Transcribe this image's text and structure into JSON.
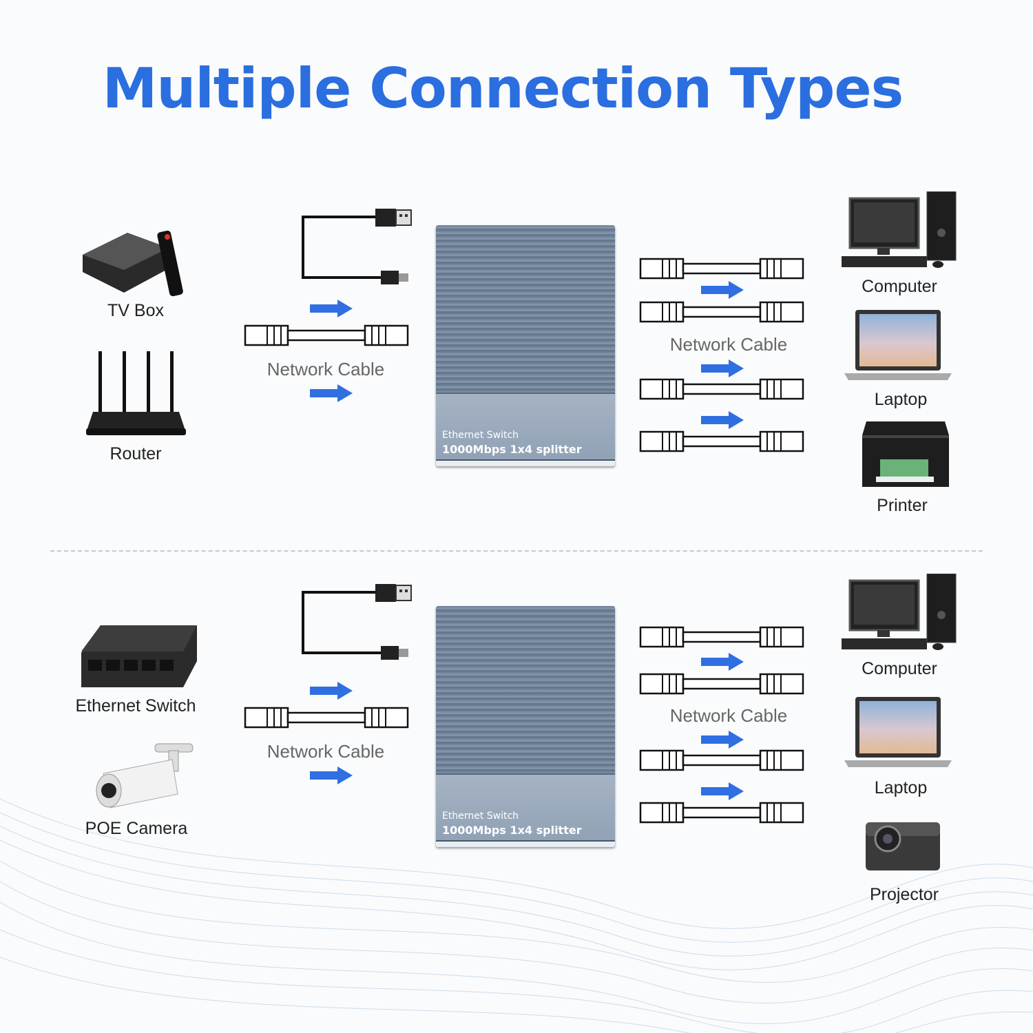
{
  "title": "Multiple Connection Types",
  "colors": {
    "accent": "#2a6ee0",
    "switch_body": "#6b7f95"
  },
  "switch_label": {
    "line1": "Ethernet Switch",
    "line2": "1000Mbps 1x4 splitter"
  },
  "cable_label": "Network Cable",
  "section1": {
    "inputs": [
      "TV Box",
      "Router"
    ],
    "outputs": [
      "Computer",
      "Laptop",
      "Printer"
    ]
  },
  "section2": {
    "inputs": [
      "Ethernet Switch",
      "POE Camera"
    ],
    "outputs": [
      "Computer",
      "Laptop",
      "Projector"
    ]
  }
}
